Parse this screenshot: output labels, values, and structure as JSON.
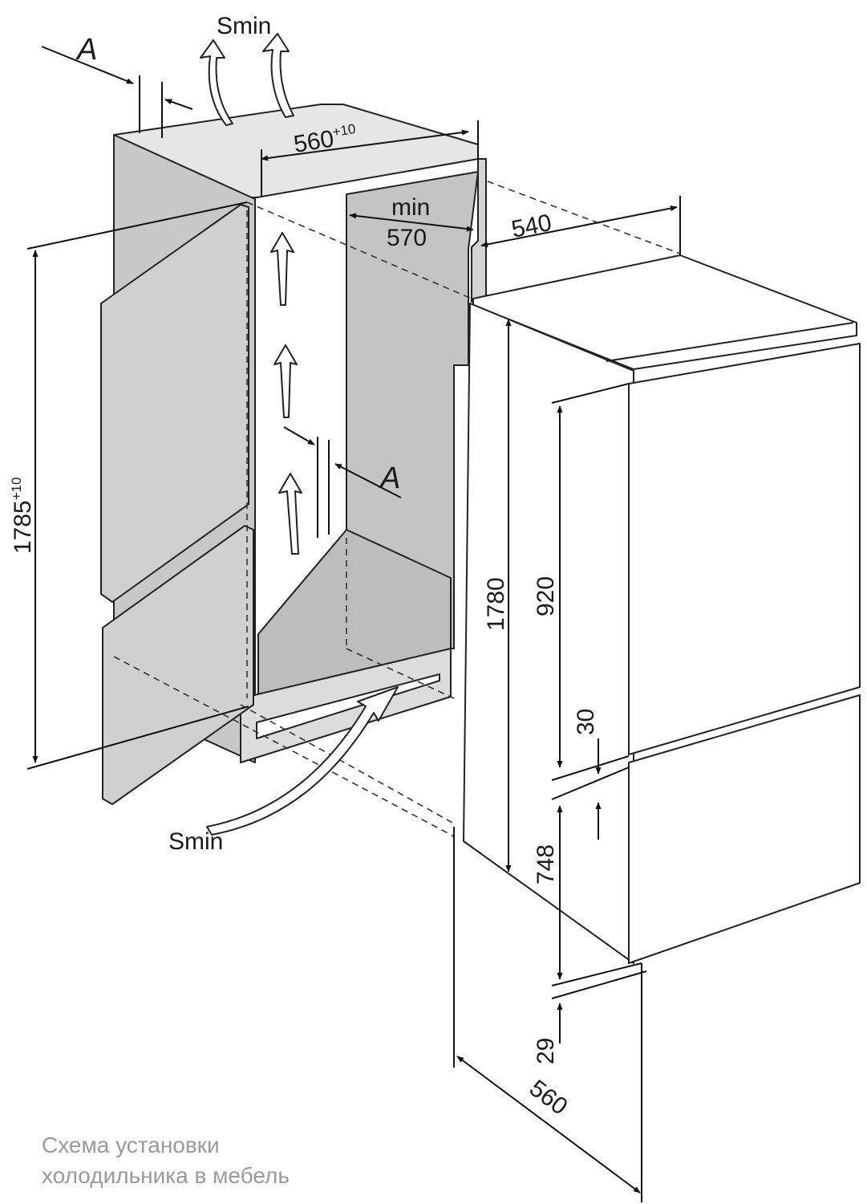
{
  "labels": {
    "s_min_top": "Smin",
    "s_min_bottom": "Smin",
    "a_top": "A",
    "a_middle": "A",
    "niche_width": "560",
    "niche_width_tol": "+10",
    "niche_depth_min_word": "min",
    "niche_depth_min_value": "570",
    "unit_depth": "540",
    "niche_height": "1785",
    "niche_height_tol": "+10",
    "unit_height": "1780",
    "upper_door": "920",
    "door_gap": "30",
    "lower_door": "748",
    "bottom_offset": "29",
    "unit_width": "560"
  },
  "caption": {
    "line1": "Схема установки",
    "line2": "холодильника в мебель"
  }
}
